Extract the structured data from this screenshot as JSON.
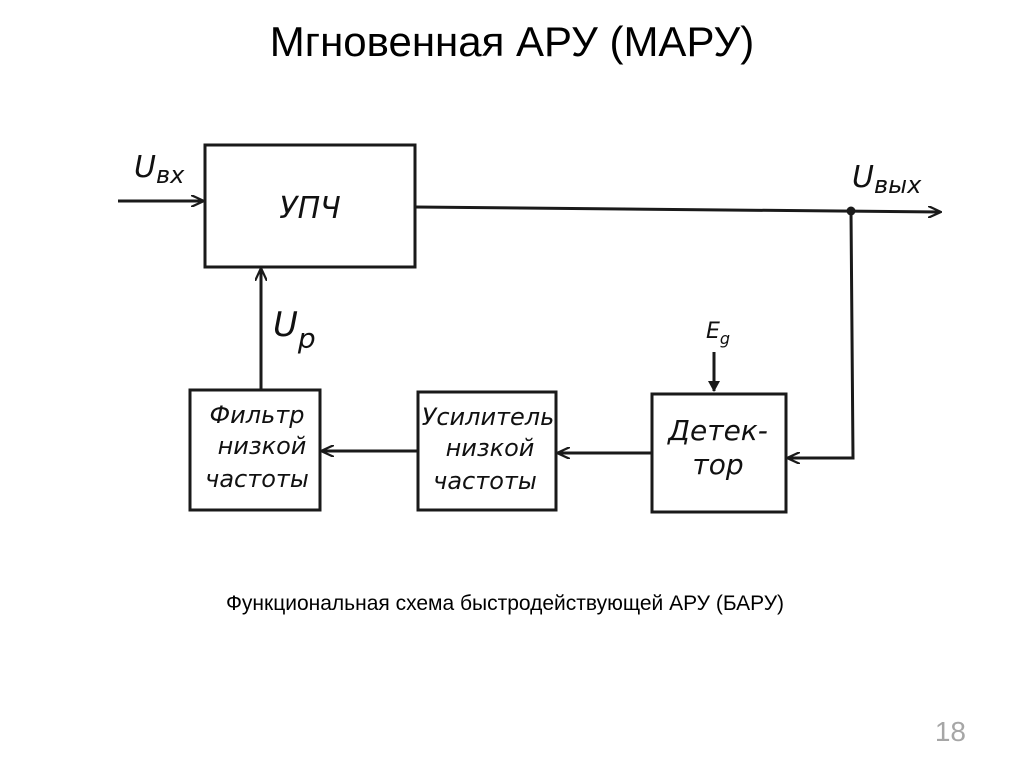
{
  "slide": {
    "title": "Мгновенная АРУ (МАРУ)",
    "caption": "Функциональная схема быстродействующей АРУ (БАРУ)",
    "page_number": "18"
  },
  "diagram": {
    "blocks": {
      "upch": [
        "УПЧ"
      ],
      "filter": [
        "Фильтр",
        "низкой",
        "частоты"
      ],
      "amplifier": [
        "Усилитель",
        "низкой",
        "частоты"
      ],
      "detector": [
        "Детек-",
        "тор"
      ]
    },
    "signals": {
      "input": {
        "symbol": "U",
        "subscript": "вх"
      },
      "output": {
        "symbol": "U",
        "subscript": "вых"
      },
      "control": {
        "symbol": "U",
        "subscript": "p"
      },
      "bias": {
        "symbol": "E",
        "subscript": "g"
      }
    },
    "colors": {
      "line": "#1a1a1a",
      "page_number": "#a6a6a6"
    }
  }
}
